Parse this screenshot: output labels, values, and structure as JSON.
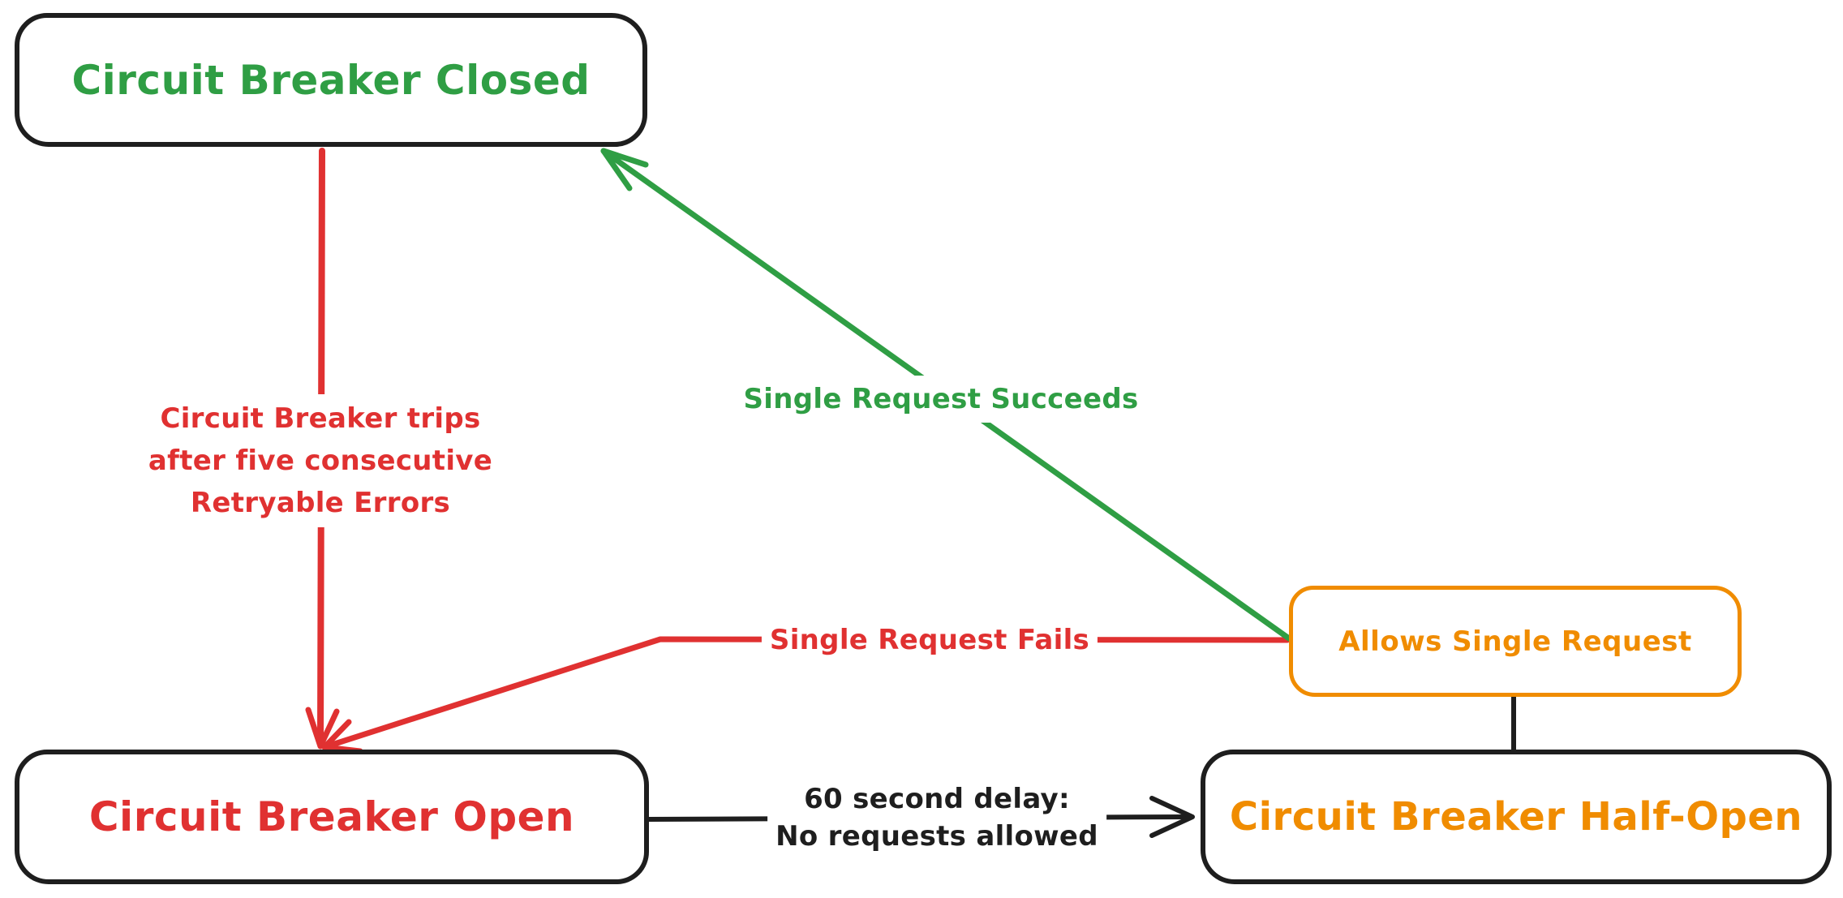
{
  "diagram": {
    "title": "Circuit Breaker state diagram",
    "background": "#ffffff",
    "colors": {
      "green": "#2f9e44",
      "red": "#e03131",
      "orange": "#f08c00",
      "black": "#1e1e1e"
    },
    "nodes": {
      "closed": {
        "label": "Circuit Breaker Closed",
        "text_color": "#2f9e44",
        "border_color": "#1e1e1e"
      },
      "open": {
        "label": "Circuit Breaker Open",
        "text_color": "#e03131",
        "border_color": "#1e1e1e"
      },
      "half_open": {
        "label": "Circuit Breaker Half-Open",
        "text_color": "#f08c00",
        "border_color": "#1e1e1e"
      },
      "allows": {
        "label": "Allows Single Request",
        "text_color": "#f08c00",
        "border_color": "#f08c00"
      }
    },
    "edges": {
      "trips": {
        "from": "closed",
        "to": "open",
        "color": "#e03131",
        "lines": [
          "Circuit Breaker trips",
          "after five consecutive",
          "Retryable Errors"
        ]
      },
      "succeeds": {
        "from": "allows",
        "to": "closed",
        "color": "#2f9e44",
        "label": "Single Request Succeeds"
      },
      "fails": {
        "from": "allows",
        "to": "open",
        "color": "#e03131",
        "label": "Single Request Fails"
      },
      "delay": {
        "from": "open",
        "to": "half_open",
        "color": "#1e1e1e",
        "lines": [
          "60 second delay:",
          "No requests allowed"
        ]
      },
      "half_open_allows_connector": {
        "from": "half_open",
        "to": "allows",
        "color": "#1e1e1e",
        "label": ""
      }
    }
  }
}
